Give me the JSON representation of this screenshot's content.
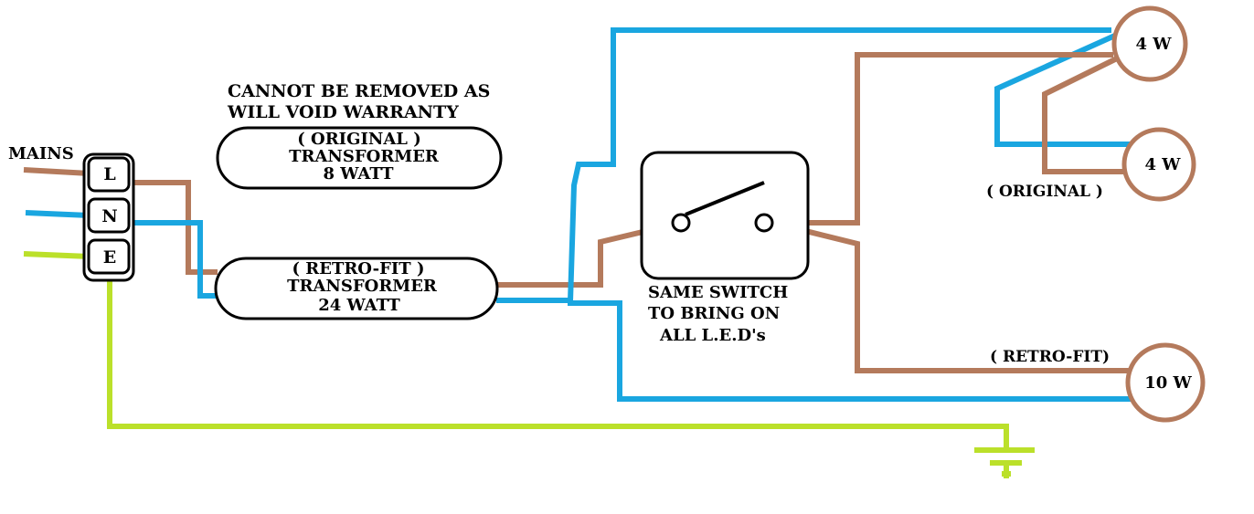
{
  "colors": {
    "live": "#b47a5c",
    "neutral": "#1aa6e0",
    "earth": "#bbe02a",
    "outline": "#000000"
  },
  "mains": {
    "label": "MAINS",
    "terminal_live": "L",
    "terminal_neutral": "N",
    "terminal_earth": "E"
  },
  "warning": {
    "line1": "CANNOT BE REMOVED AS",
    "line2": "WILL VOID WARRANTY"
  },
  "original_transformer": {
    "line1": "( ORIGINAL )",
    "line2": "TRANSFORMER",
    "line3": "8 WATT"
  },
  "retrofit_transformer": {
    "line1": "( RETRO-FIT )",
    "line2": "TRANSFORMER",
    "line3": "24 WATT"
  },
  "switch_note": {
    "line1": "SAME SWITCH",
    "line2": "TO BRING ON",
    "line3": "ALL L.E.D's"
  },
  "lamps": {
    "top": "4 W",
    "middle": "4 W",
    "bottom": "10 W",
    "original_label": "( ORIGINAL )",
    "retrofit_label": "( RETRO-FIT)"
  }
}
